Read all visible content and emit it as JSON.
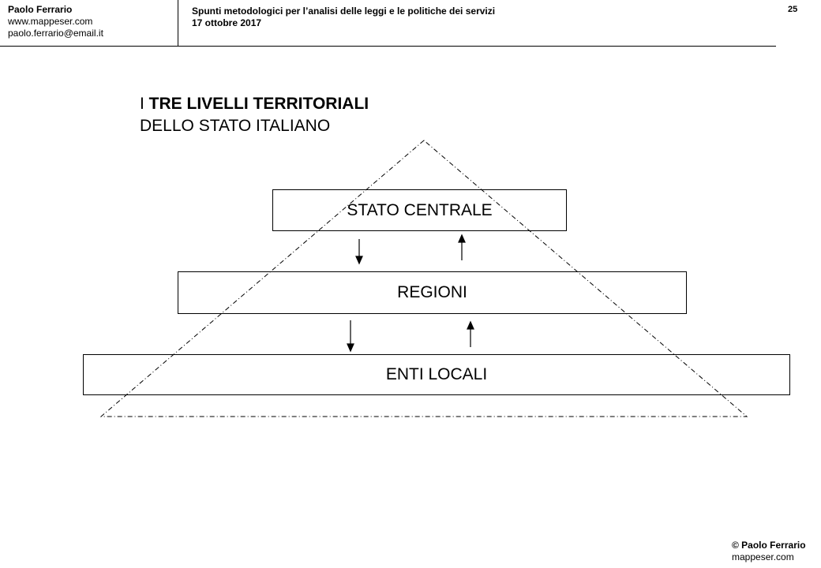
{
  "header": {
    "author": "Paolo Ferrario",
    "website": "www.mappeser.com",
    "email": "paolo.ferrario@email.it",
    "title": "Spunti metodologici per l’analisi delle leggi e le politiche dei servizi",
    "date": "17 ottobre 2017",
    "page_number": "25"
  },
  "slide": {
    "title_prefix": "I ",
    "title_bold": "TRE LIVELLI TERRITORIALI",
    "title_line2": "DELLO STATO ITALIANO",
    "levels": [
      "STATO CENTRALE",
      "REGIONI",
      "ENTI LOCALI"
    ]
  },
  "footer": {
    "copyright": "© Paolo Ferrario",
    "site": "mappeser.com"
  }
}
